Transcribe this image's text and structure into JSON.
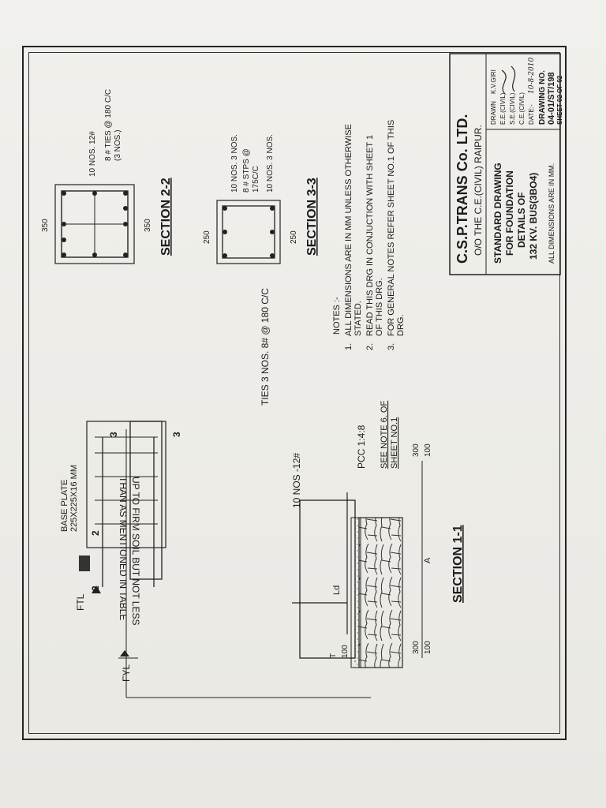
{
  "section11": {
    "title": "SECTION 1-1",
    "firm_soil_line1": "UP TO FIRM SOIL BUT NOT LESS",
    "firm_soil_line2": "THAN AS MENTIONED IN TABLE",
    "fyl": "FYL",
    "ftl": "FTL",
    "base_plate_line1": "BASE PLATE",
    "base_plate_line2": "225X225X16 MM",
    "ties": "TIES 3 NOS. 8# @ 180 C/C",
    "main_bars": "10 NOS -12#",
    "pcc": "PCC 1:4:8",
    "see_note_line1": "SEE NOTE  6. OF",
    "see_note_line2": "SHEET NO.1",
    "ld": "Ld",
    "dim_a": "A",
    "dim_t": "T",
    "dim_100_top": "100",
    "dim_300_left": "300",
    "dim_100_left": "100",
    "dim_300_right": "300",
    "dim_100_right": "100",
    "cut_2": "2",
    "cut_3": "3"
  },
  "section22": {
    "title": "SECTION 2-2",
    "dim_w": "350",
    "dim_h": "350",
    "bars": "10 NOS. 12#",
    "ties_line1": "8 # TIES @ 180 C/C",
    "ties_line2": "(3 NOS.)"
  },
  "section33": {
    "title": "SECTION 3-3",
    "dim_w": "250",
    "dim_h": "250",
    "bars_top": "10 NOS. 3 NOS.",
    "stps_line1": "8 # STPS @",
    "stps_line2": "175C/C",
    "bars_bottom": "10 NOS. 3 NOS."
  },
  "notes": {
    "heading": "NOTES :-",
    "items": [
      {
        "num": "1.",
        "line1": "ALL DIMENSIONS ARE IN MM UNLESS OTHERWISE",
        "line2": "STATED."
      },
      {
        "num": "2.",
        "line1": "READ THIS DRG IN CONJUCTION WITH SHEET 1",
        "line2": "OF THIS DRG."
      },
      {
        "num": "3.",
        "line1": "FOR GENERAL NOTES REFER SHEET NO.1 OF THIS",
        "line2": "DRG."
      }
    ]
  },
  "title_block": {
    "company": "C.S.P.TRANS Co. LTD.",
    "owner": "O/O THE C.E.(CIVIL) RAIPUR.",
    "drawing_line1": "STANDARD DRAWING",
    "drawing_line2": "FOR  FOUNDATION",
    "drawing_line3": "DETAILS OF",
    "drawing_line4": "132 KV. BUS(3BO4)",
    "dims_note": "ALL DIMENSIONS ARE IN MM.",
    "drawn": "DRAWN",
    "ee_civil": "E.E.(CIVIL)",
    "se_civil": "S.E.(CIVIL)",
    "ce_civil": "C.E.(CIVIL)",
    "date_label": "DATE:-",
    "date_value": "10-8-2010",
    "drawn_name": "K.V.GIRI",
    "drawing_no_label": "DRAWING NO.",
    "drawing_no": "04-01/ST/198",
    "sheet": "SHEET 02 OF 02"
  }
}
